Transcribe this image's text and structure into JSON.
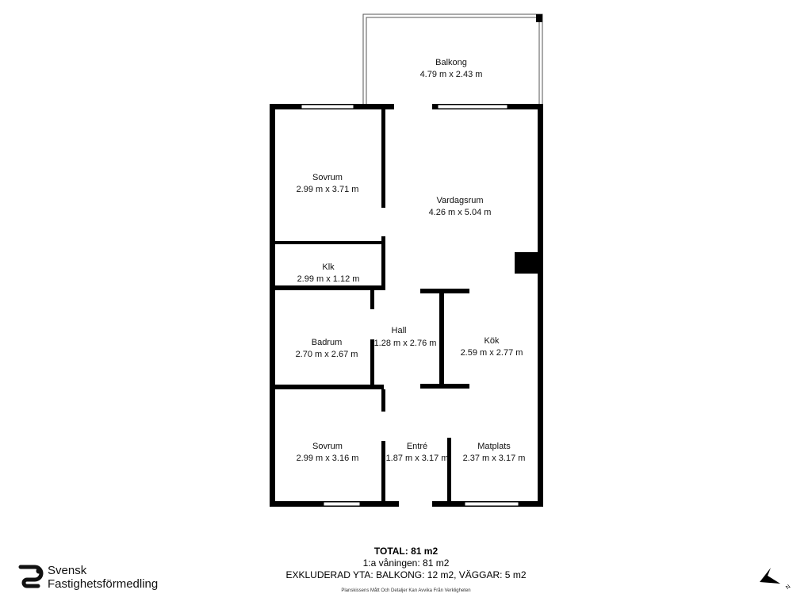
{
  "rooms": {
    "balkong": {
      "name": "Balkong",
      "size": "4.79 m x 2.43 m"
    },
    "sovrum1": {
      "name": "Sovrum",
      "size": "2.99 m x 3.71 m"
    },
    "vardagsrum": {
      "name": "Vardagsrum",
      "size": "4.26 m x 5.04 m"
    },
    "klk": {
      "name": "Klk",
      "size": "2.99 m x 1.12 m"
    },
    "hall": {
      "name": "Hall",
      "size": "1.28 m x 2.76 m"
    },
    "badrum": {
      "name": "Badrum",
      "size": "2.70 m x 2.67 m"
    },
    "kok": {
      "name": "Kök",
      "size": "2.59 m x 2.77 m"
    },
    "sovrum2": {
      "name": "Sovrum",
      "size": "2.99 m x 3.16 m"
    },
    "entre": {
      "name": "Entré",
      "size": "1.87 m x 3.17 m"
    },
    "matplats": {
      "name": "Matplats",
      "size": "2.37 m x 3.17 m"
    }
  },
  "summary": {
    "total": "TOTAL: 81 m2",
    "floor": "1:a våningen: 81 m2",
    "excluded": "EXKLUDERAD YTA: BALKONG: 12 m2, VÄGGAR: 5 m2",
    "disclaimer": "Planskissens Mått Och Detaljer Kan Avvika Från Verkligheten"
  },
  "logo": {
    "line1": "Svensk",
    "line2": "Fastighetsförmedling"
  },
  "compass": {
    "label": "N"
  },
  "colors": {
    "wall": "#000000",
    "window": "#ffffff",
    "background": "#ffffff"
  }
}
